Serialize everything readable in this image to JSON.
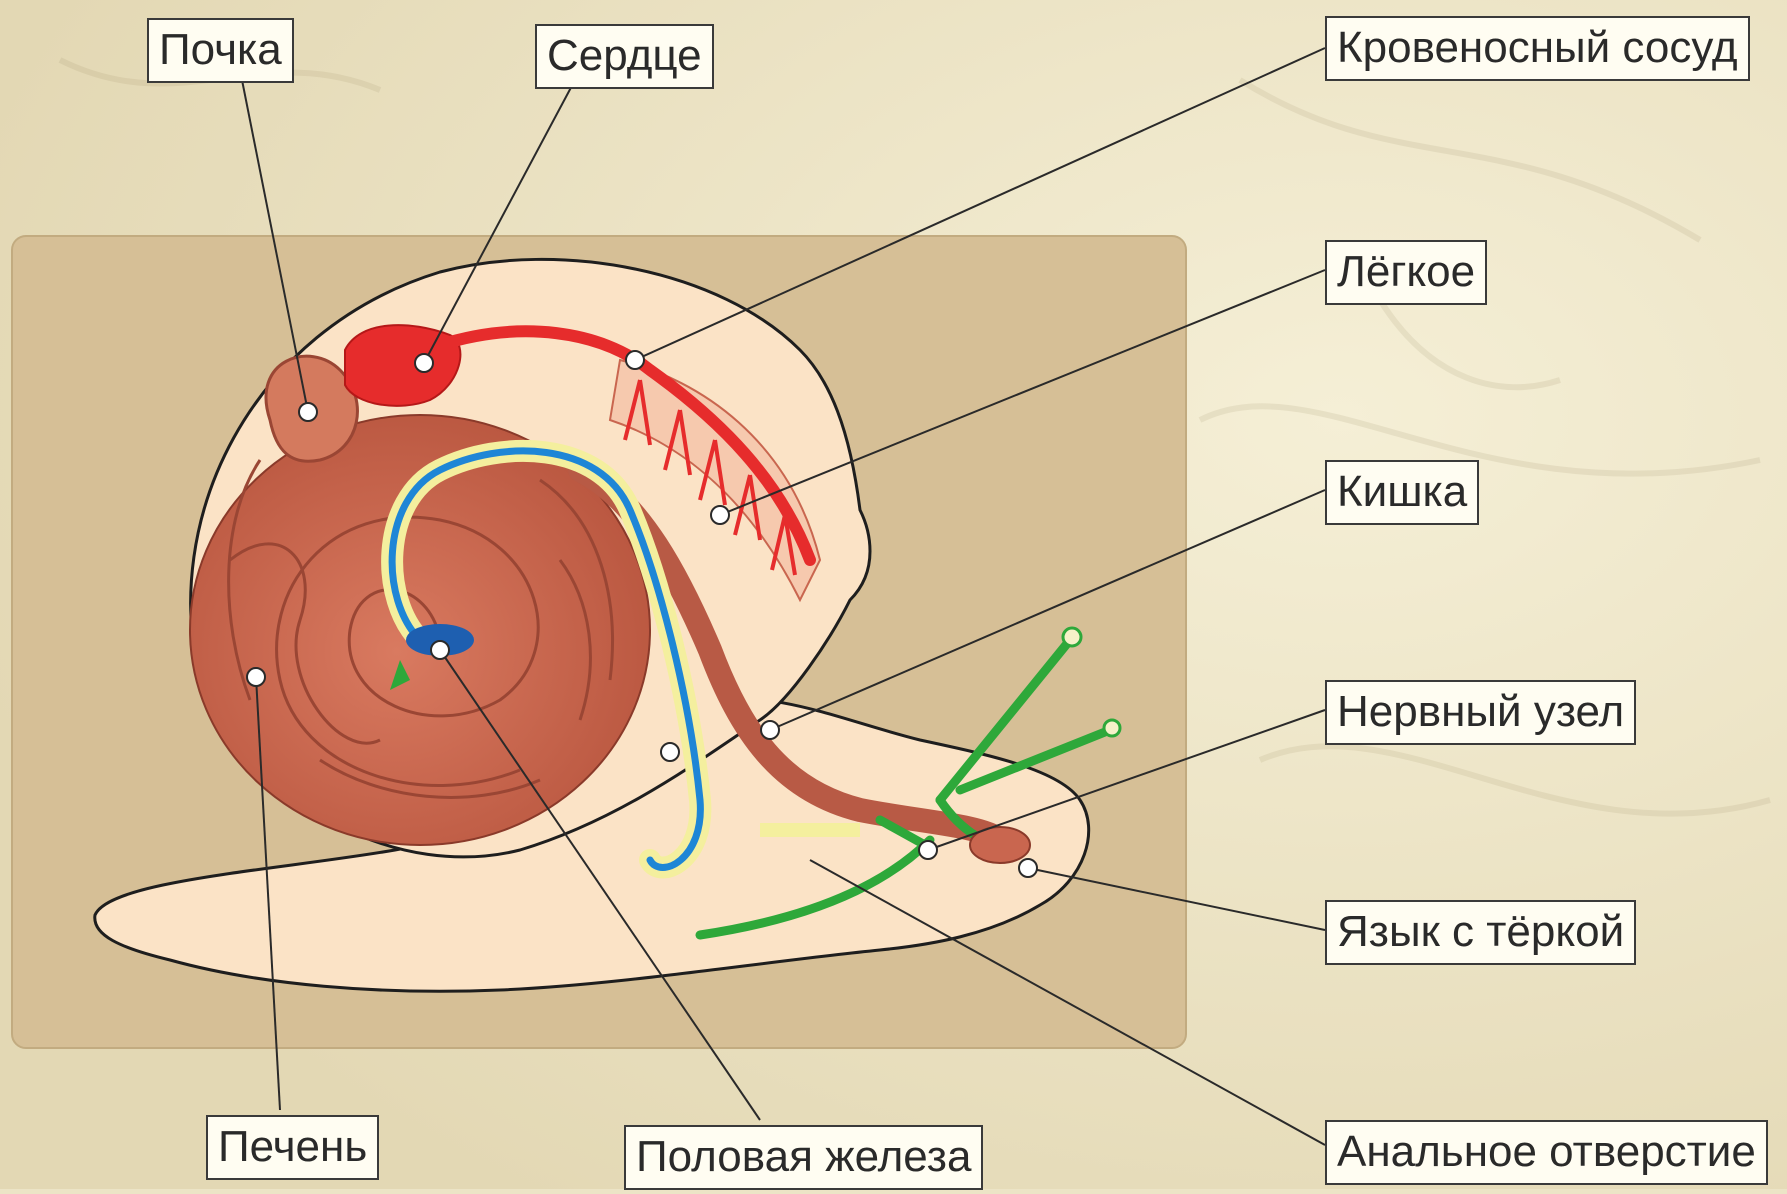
{
  "labels": {
    "kidney": "Почка",
    "heart": "Сердце",
    "blood_vessel": "Кровеносный сосуд",
    "lung": "Лёгкое",
    "intestine": "Кишка",
    "nerve_ganglion": "Нервный узел",
    "tongue_radula": "Язык с тёркой",
    "anus": "Анальное отверстие",
    "gonad": "Половая железа",
    "liver": "Печень"
  },
  "colors": {
    "background": "#ece4c6",
    "panel": "#d6bf96",
    "body": "#fbe3c6",
    "shell_organs": "#c9664f",
    "blood_system": "#e62c2c",
    "nervous_system": "#2ea83a",
    "intestine_tube": "#b85a45",
    "genital_duct": "#1e86d6"
  }
}
